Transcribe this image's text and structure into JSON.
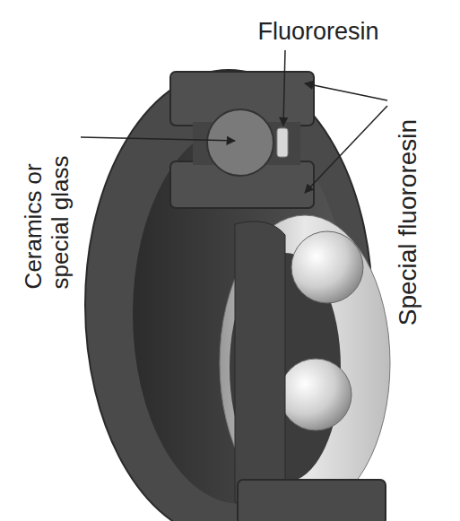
{
  "diagram": {
    "labels": [
      "Fluororesin",
      "Ceramics or special glass",
      "Special fluororesin"
    ]
  }
}
